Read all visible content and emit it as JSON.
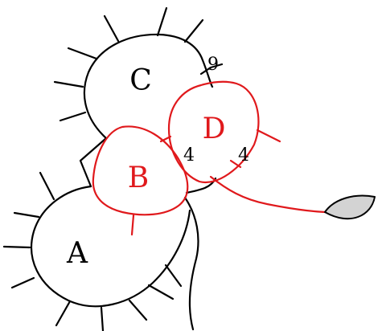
{
  "diagram": {
    "nodes": [
      {
        "id": "A",
        "label": "A",
        "color": "#000000"
      },
      {
        "id": "B",
        "label": "B",
        "color": "#e0191c"
      },
      {
        "id": "C",
        "label": "C",
        "color": "#000000"
      },
      {
        "id": "D",
        "label": "D",
        "color": "#e0191c"
      }
    ],
    "edge_labels": [
      {
        "text": "9",
        "between": [
          "C",
          "D"
        ]
      },
      {
        "text": "4",
        "between": [
          "B",
          "D"
        ]
      },
      {
        "text": "4",
        "between": [
          "D",
          "leaf"
        ]
      }
    ],
    "leaf_color": "#d3d3d3"
  }
}
